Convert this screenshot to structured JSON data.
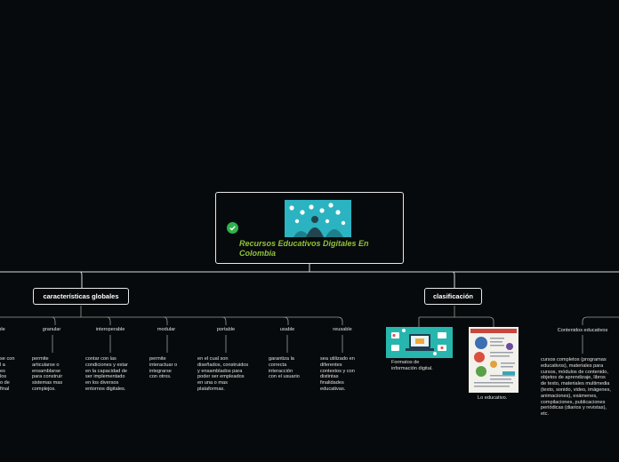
{
  "central": {
    "title": "Recursos Educativos Digitales En Colombia",
    "status_icon": "check-circle-icon",
    "accent": "#8fc33a",
    "check_color": "#2fb24c"
  },
  "branches": {
    "left": {
      "label": "características globales"
    },
    "right": {
      "label": "clasificación"
    }
  },
  "characteristics": [
    {
      "label": "ble",
      "desc": "se con\nl a\nes\nlos\no de\nfinal"
    },
    {
      "label": "granular",
      "desc": "permite\narticularse o\nensamblarse\npara construir\nsistemas mas\ncomplejos."
    },
    {
      "label": "interoperable",
      "desc": "contar con las\ncondiciones y estar\nen la capacidad de\nser implementado\nen los diversos\nentornos digitales."
    },
    {
      "label": "modular",
      "desc": "permite\ninteractuar o\nintegrarse\ncon otros."
    },
    {
      "label": "portable",
      "desc": "en el cual son\ndiseñados, construidos\ny ensamblados para\npoder ser empleados\nen una o mas\nplataformas."
    },
    {
      "label": "usable",
      "desc": "garantiza la\ncorrecta\ninteracción\ncon el usuario"
    },
    {
      "label": "reusable",
      "desc": "sea utilizado en\ndiferentes\ncontextos y con\ndistintas\nfinalidades\neducativas."
    }
  ],
  "classification": [
    {
      "caption": "Formatos de\ninformación digital.",
      "image": "digital-formats-illustration"
    },
    {
      "caption": "Lo educativo.",
      "image": "educational-infographic"
    }
  ],
  "educational_contents": {
    "label": "Contenidos educativos",
    "desc": "cursos completos (programas\neducativos), materiales para\ncursos, módulos de contenido,\nobjetos de aprendizaje, libros\nde texto, materiales multimedia\n(texto, sonido, video, imágenes,\nanimaciones), exámenes,\ncompilaciones, publicaciones\nperiódicas (diarios y revistas),\netc."
  }
}
